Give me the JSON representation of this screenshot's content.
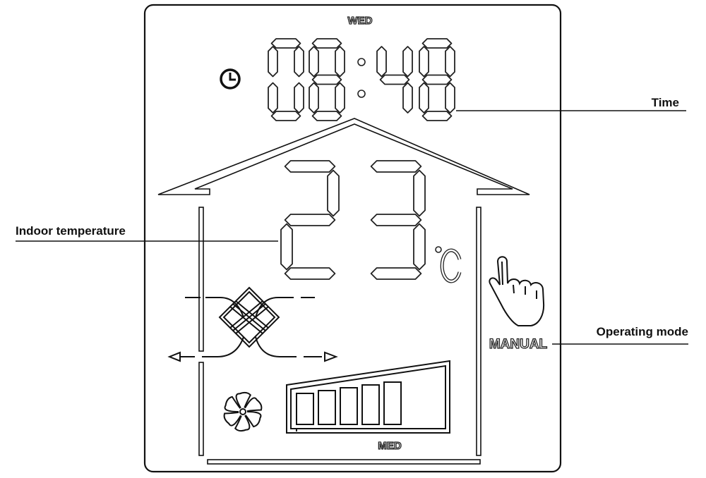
{
  "display": {
    "day": "WED",
    "time": {
      "hours": "08",
      "minutes": "48"
    },
    "temperature": {
      "value": "23",
      "unit": "°C"
    },
    "mode": "MANUAL",
    "fan_speed_label": "MED",
    "fan_speed_bars_lit": 5
  },
  "callouts": {
    "time": "Time",
    "indoor_temperature": "Indoor temperature",
    "operating_mode": "Operating mode"
  }
}
